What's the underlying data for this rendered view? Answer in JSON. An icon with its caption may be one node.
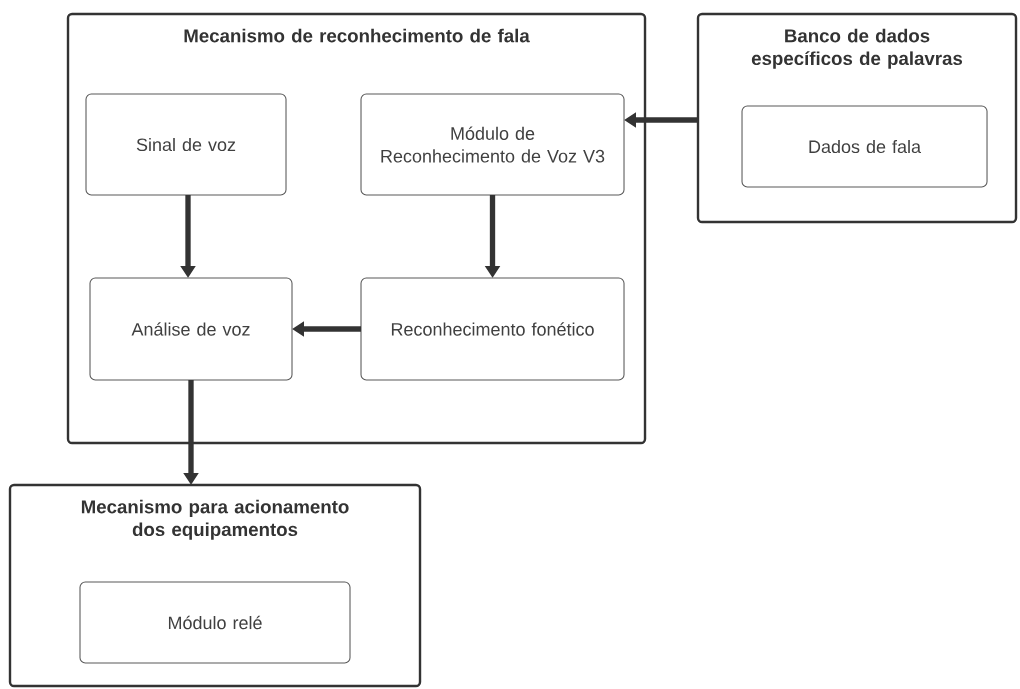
{
  "diagram": {
    "nodes": [
      {
        "text": [
          "Mecanismo de reconhecimento de fala"
        ]
      },
      {
        "text": [
          "Sinal de voz"
        ],
        "in": 0
      },
      {
        "text": [
          "Módulo de Reconhecimento de Voz V3"
        ],
        "in": 0
      },
      {
        "text": [
          "Análise de voz"
        ],
        "in": 0
      },
      {
        "text": [
          "Reconhecimento fonético"
        ],
        "in": 0
      },
      {
        "text": [
          "Banco de dados específicos de palavras"
        ]
      },
      {
        "text": [
          "Dados de fala"
        ],
        "in": 5
      },
      {
        "text": [
          "Mecanismo para acionamento dos equipamentos"
        ]
      },
      {
        "text": [
          "Módulo relé"
        ],
        "in": 7
      }
    ],
    "edges": [
      {
        "from": 5,
        "to": 2,
        "arrow": "to"
      },
      {
        "from": 1,
        "to": 3,
        "arrow": "to"
      },
      {
        "from": 2,
        "to": 4,
        "arrow": "to"
      },
      {
        "from": 4,
        "to": 3,
        "arrow": "to"
      },
      {
        "from": 3,
        "to": 7,
        "arrow": "to"
      }
    ]
  }
}
